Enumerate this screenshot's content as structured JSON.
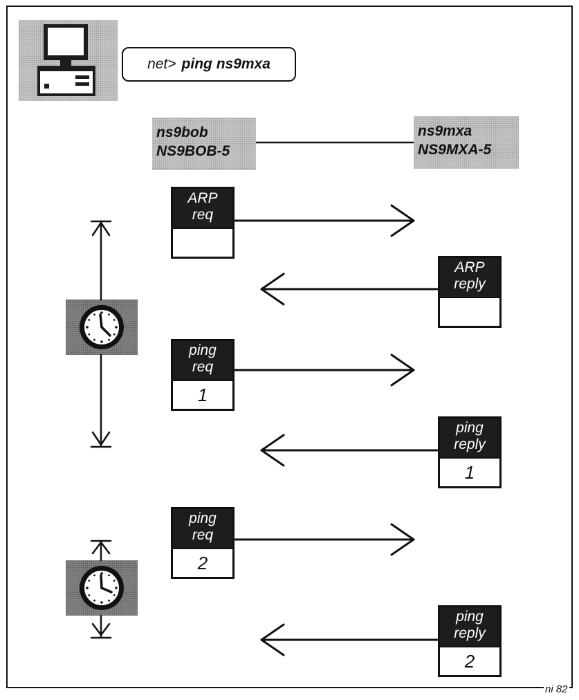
{
  "command": {
    "prompt": "net>",
    "text": "ping ns9mxa"
  },
  "nodes": {
    "left": {
      "name": "ns9bob",
      "callsign": "NS9BOB-5"
    },
    "right": {
      "name": "ns9mxa",
      "callsign": "NS9MXA-5"
    }
  },
  "packets": [
    {
      "line1": "ARP",
      "line2": "req",
      "value": "",
      "direction": "right"
    },
    {
      "line1": "ARP",
      "line2": "reply",
      "value": "",
      "direction": "left"
    },
    {
      "line1": "ping",
      "line2": "req",
      "value": "1",
      "direction": "right"
    },
    {
      "line1": "ping",
      "line2": "reply",
      "value": "1",
      "direction": "left"
    },
    {
      "line1": "ping",
      "line2": "req",
      "value": "2",
      "direction": "right"
    },
    {
      "line1": "ping",
      "line2": "reply",
      "value": "2",
      "direction": "left"
    }
  ],
  "footer": "ni 82",
  "icons": [
    "computer-icon",
    "clock-icon",
    "clock-icon"
  ]
}
